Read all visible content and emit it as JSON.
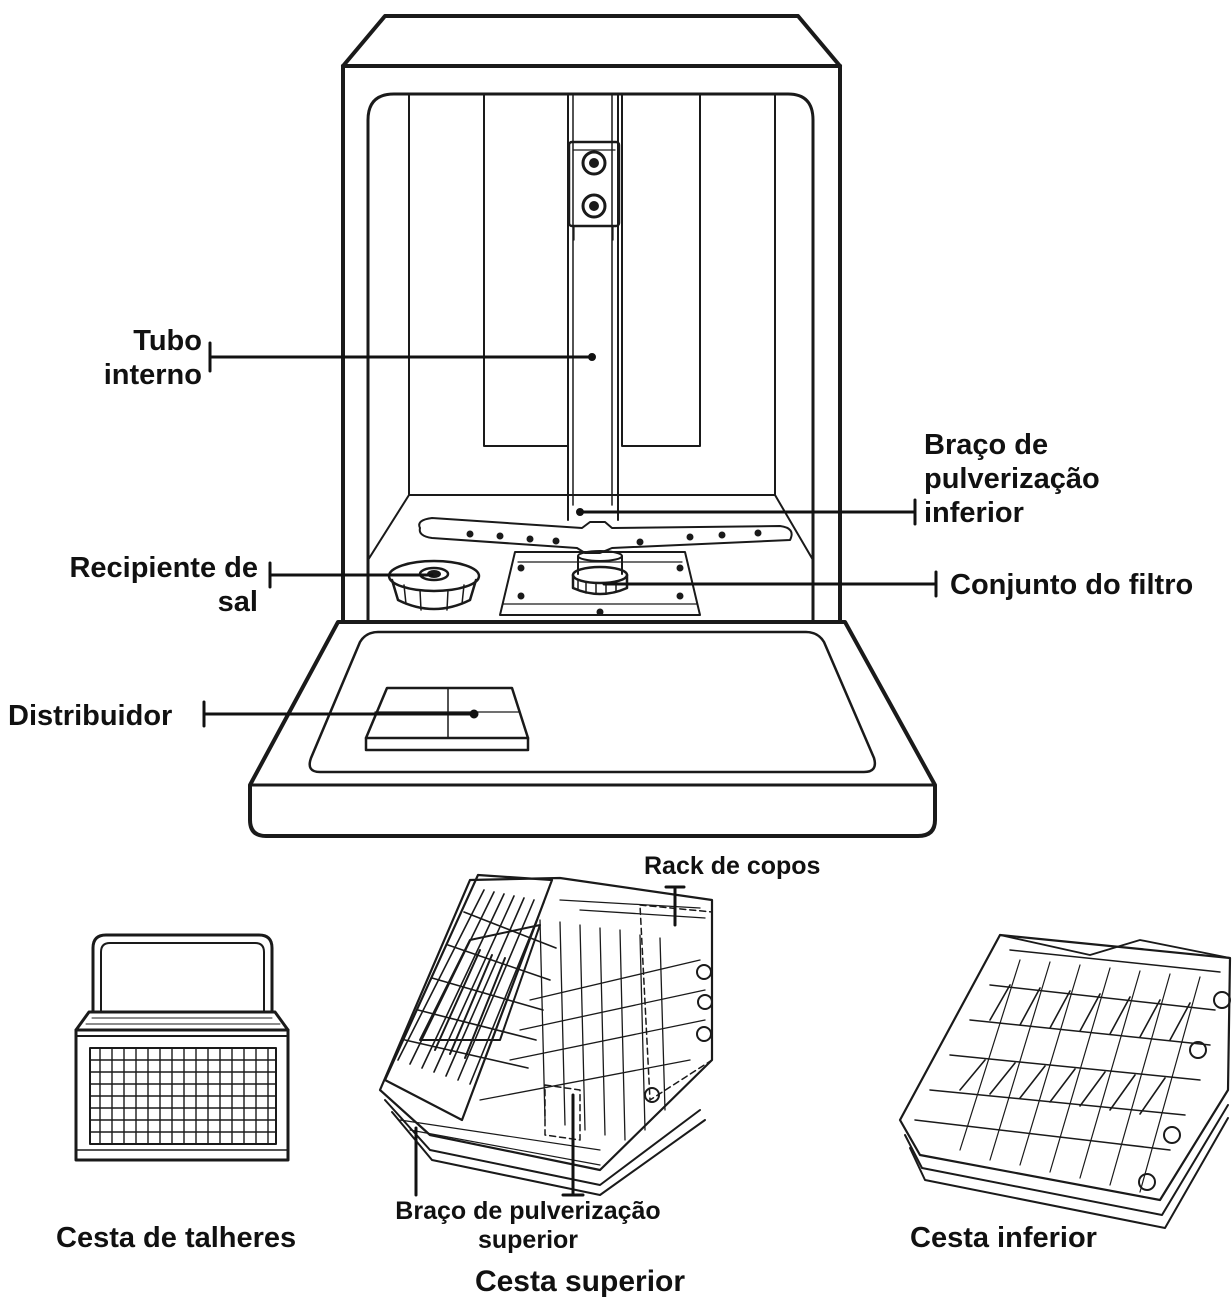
{
  "labels": {
    "tubo_interno": [
      "Tubo",
      "interno"
    ],
    "braco_inferior": [
      "Braço de",
      "pulverização",
      "inferior"
    ],
    "recipiente_sal": [
      "Recipiente de",
      "sal"
    ],
    "conjunto_filtro": "Conjunto do filtro",
    "distribuidor": "Distribuidor",
    "rack_copos": "Rack de copos",
    "cesta_talheres": "Cesta de talheres",
    "braco_superior": [
      "Braço de pulverização",
      "superior"
    ],
    "cesta_superior": "Cesta superior",
    "cesta_inferior": "Cesta inferior"
  },
  "colors": {
    "line": "#1a1a1a",
    "text": "#111111",
    "background": "#ffffff"
  }
}
